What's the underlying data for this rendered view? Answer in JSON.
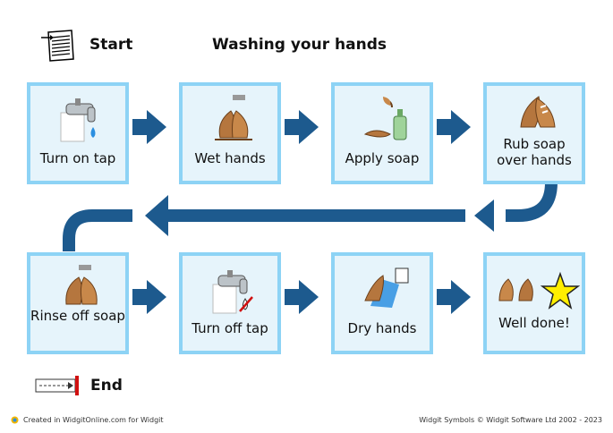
{
  "header": {
    "start_label": "Start",
    "title": "Washing your hands"
  },
  "steps": [
    {
      "label": "Turn on tap",
      "icon": "tap-icon"
    },
    {
      "label": "Wet hands",
      "icon": "wet-hands-icon"
    },
    {
      "label": "Apply soap",
      "icon": "soap-icon"
    },
    {
      "label": "Rub soap over hands",
      "icon": "rub-hands-icon"
    },
    {
      "label": "Rinse off soap",
      "icon": "rinse-hands-icon"
    },
    {
      "label": "Turn off tap",
      "icon": "tap-off-icon"
    },
    {
      "label": "Dry hands",
      "icon": "dry-hands-icon"
    },
    {
      "label": "Well done!",
      "icon": "star-icon"
    }
  ],
  "end_label": "End",
  "footer": {
    "left": "Created in WidgitOnline.com for Widgit",
    "right": "Widgit Symbols © Widgit Software Ltd 2002 - 2023"
  },
  "colors": {
    "card_border": "#8dd3f5",
    "card_fill": "#e6f4fb",
    "arrow": "#1d5a8e",
    "star": "#ffee00"
  }
}
